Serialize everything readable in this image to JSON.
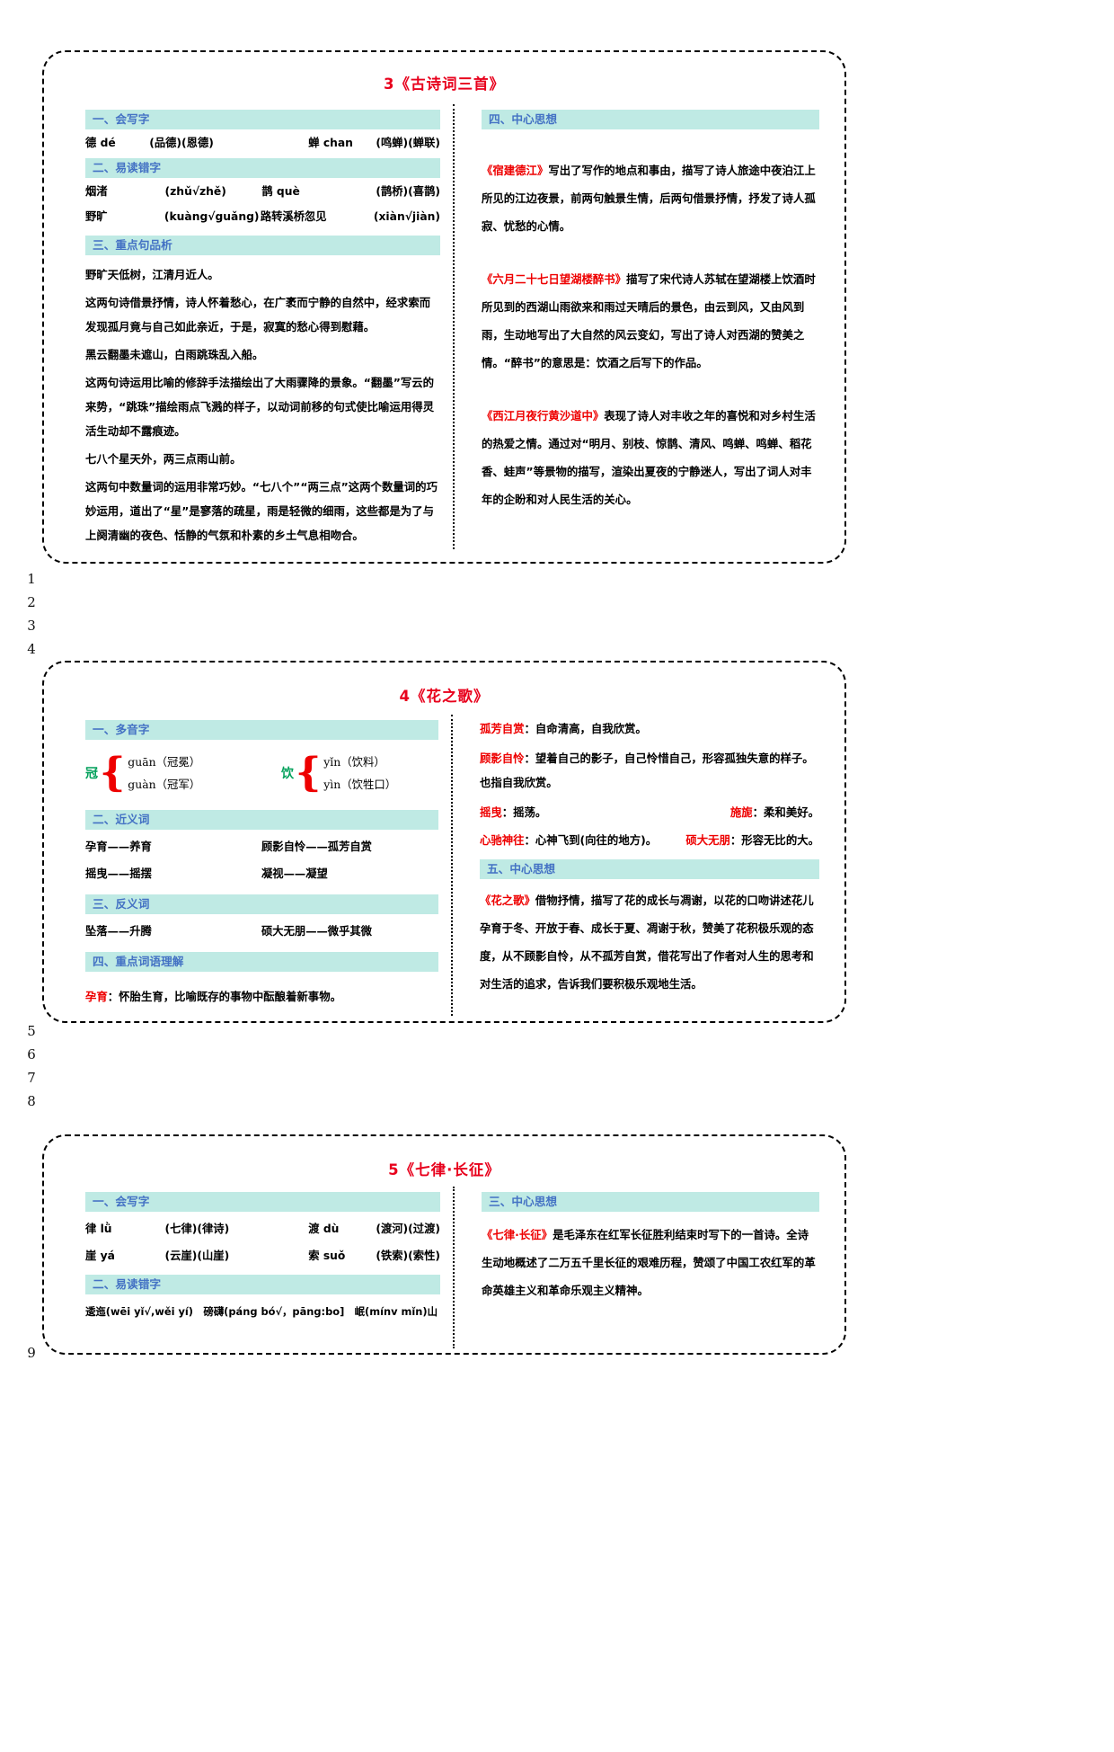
{
  "gutter": {
    "group1": [
      "1",
      "2",
      "3",
      "4"
    ],
    "group2": [
      "5",
      "6",
      "7",
      "8"
    ],
    "group3": [
      "9"
    ]
  },
  "cards": [
    {
      "title": "3《古诗词三首》",
      "left": {
        "sections": [
          {
            "heading": "一、会写字",
            "rows": [
              [
                {
                  "char": "德 dé",
                  "words": "(品德)(恩德)"
                },
                {
                  "char": "蝉 chan",
                  "words": "(鸣蝉)(蝉联)"
                }
              ]
            ]
          },
          {
            "heading": "二、易读错字",
            "rows": [
              [
                {
                  "char": "烟渚",
                  "words": "(zhǔ√zhě)"
                },
                {
                  "char": "鹊 què",
                  "words": "(鹊桥)(喜鹊)"
                }
              ],
              [
                {
                  "char": "野旷",
                  "words": "(kuàng√guǎng)"
                },
                {
                  "char": "路转溪桥忽见",
                  "words": "(xiàn√jiàn)"
                }
              ]
            ]
          },
          {
            "heading": "三、重点句品析",
            "paragraphs": [
              "野旷天低树，江清月近人。",
              "这两句诗借景抒情，诗人怀着愁心，在广袤而宁静的自然中，经求索而发现孤月竟与自己如此亲近，于是，寂寞的愁心得到慰藉。",
              "黑云翻墨未遮山，白雨跳珠乱入船。",
              "这两句诗运用比喻的修辞手法描绘出了大雨骤降的景象。“翻墨”写云的来势，“跳珠”描绘雨点飞溅的样子，以动词前移的句式使比喻运用得灵活生动却不露痕迹。",
              "七八个星天外，两三点雨山前。",
              "这两句中数量词的运用非常巧妙。“七八个”“两三点”这两个数量词的巧妙运用，道出了“星”是寥落的疏星，雨是轻微的细雨，这些都是为了与上阕清幽的夜色、恬静的气氛和朴素的乡土气息相吻合。"
            ]
          }
        ]
      },
      "right": {
        "heading": "四、中心思想",
        "blocks": [
          {
            "title": "《宿建德江》",
            "text": "写出了写作的地点和事由，描写了诗人旅途中夜泊江上所见的江边夜景，前两句触景生情，后两句借景抒情，抒发了诗人孤寂、忧愁的心情。"
          },
          {
            "title": "《六月二十七日望湖楼醉书》",
            "text": "描写了宋代诗人苏轼在望湖楼上饮酒时所见到的西湖山雨欲来和雨过天晴后的景色，由云到风，又由风到雨，生动地写出了大自然的风云变幻，写出了诗人对西湖的赞美之情。“醉书”的意思是：饮酒之后写下的作品。"
          },
          {
            "title": "《西江月夜行黄沙道中》",
            "text": "表现了诗人对丰收之年的喜悦和对乡村生活的热爱之情。通过对“明月、别枝、惊鹊、清风、鸣蝉、鸣蝉、稻花香、蛙声”等景物的描写，渲染出夏夜的宁静迷人，写出了词人对丰年的企盼和对人民生活的关心。"
          }
        ]
      }
    },
    {
      "title": "4《花之歌》",
      "left": {
        "poly_heading": "一、多音字",
        "poly": [
          {
            "char": "冠",
            "readings": [
              "guān（冠冕）",
              "guàn（冠军）"
            ]
          },
          {
            "char": "饮",
            "readings": [
              "yǐn（饮料）",
              "yìn（饮牲口）"
            ]
          }
        ],
        "synonym_heading": "二、近义词",
        "synonyms": [
          [
            "孕育——养育",
            "顾影自怜——孤芳自赏"
          ],
          [
            "摇曳——摇摆",
            "凝视——凝望"
          ]
        ],
        "antonym_heading": "三、反义词",
        "antonyms": [
          [
            "坠落——升腾",
            "硕大无朋——微乎其微"
          ]
        ],
        "word_heading": "四、重点词语理解",
        "words": [
          {
            "term": "孕育",
            "def": "：怀胎生育，比喻既存的事物中酝酿着新事物。"
          }
        ]
      },
      "right": {
        "defs": [
          {
            "term": "孤芳自赏",
            "def": "：自命清高，自我欣赏。"
          },
          {
            "term": "顾影自怜",
            "def": "：望着自己的影子，自己怜惜自己，形容孤独失意的样子。也指自我欣赏。"
          }
        ],
        "pairs": [
          [
            {
              "term": "摇曳",
              "def": "：摇荡。"
            },
            {
              "term": "施旎",
              "def": "：柔和美好。"
            }
          ],
          [
            {
              "term": "心驰神往",
              "def": "：心神飞到(向往的地方)。"
            },
            {
              "term": "硕大无朋",
              "def": "：形容无比的大。"
            }
          ]
        ],
        "heading": "五、中心思想",
        "summary_title": "《花之歌》",
        "summary": "借物抒情，描写了花的成长与凋谢，以花的口吻讲述花儿孕育于冬、开放于春、成长于夏、凋谢于秋，赞美了花积极乐观的态度，从不顾影自怜，从不孤芳自赏，借花写出了作者对人生的思考和对生活的追求，告诉我们要积极乐观地生活。"
      }
    },
    {
      "title": "5《七律·长征》",
      "left": {
        "sections": [
          {
            "heading": "一、会写字",
            "rows": [
              [
                {
                  "char": "律 lǜ",
                  "words": "(七律)(律诗)"
                },
                {
                  "char": "渡 dù",
                  "words": "(渡河)(过渡)"
                }
              ],
              [
                {
                  "char": "崖 yá",
                  "words": "(云崖)(山崖)"
                },
                {
                  "char": "索 suǒ",
                  "words": "(铁索)(索性)"
                }
              ]
            ]
          },
          {
            "heading": "二、易读错字",
            "free_row": "逶迤(wēi yǐ√,wěi yí)　磅礴(páng bó√，pāng:bo]　岷(mínv mǐn)山"
          }
        ]
      },
      "right": {
        "heading": "三、中心思想",
        "summary_title": "《七律·长征》",
        "summary": "是毛泽东在红军长征胜利结束时写下的一首诗。全诗生动地概述了二万五千里长征的艰难历程，赞颂了中国工农红军的革命英雄主义和革命乐观主义精神。"
      }
    }
  ]
}
